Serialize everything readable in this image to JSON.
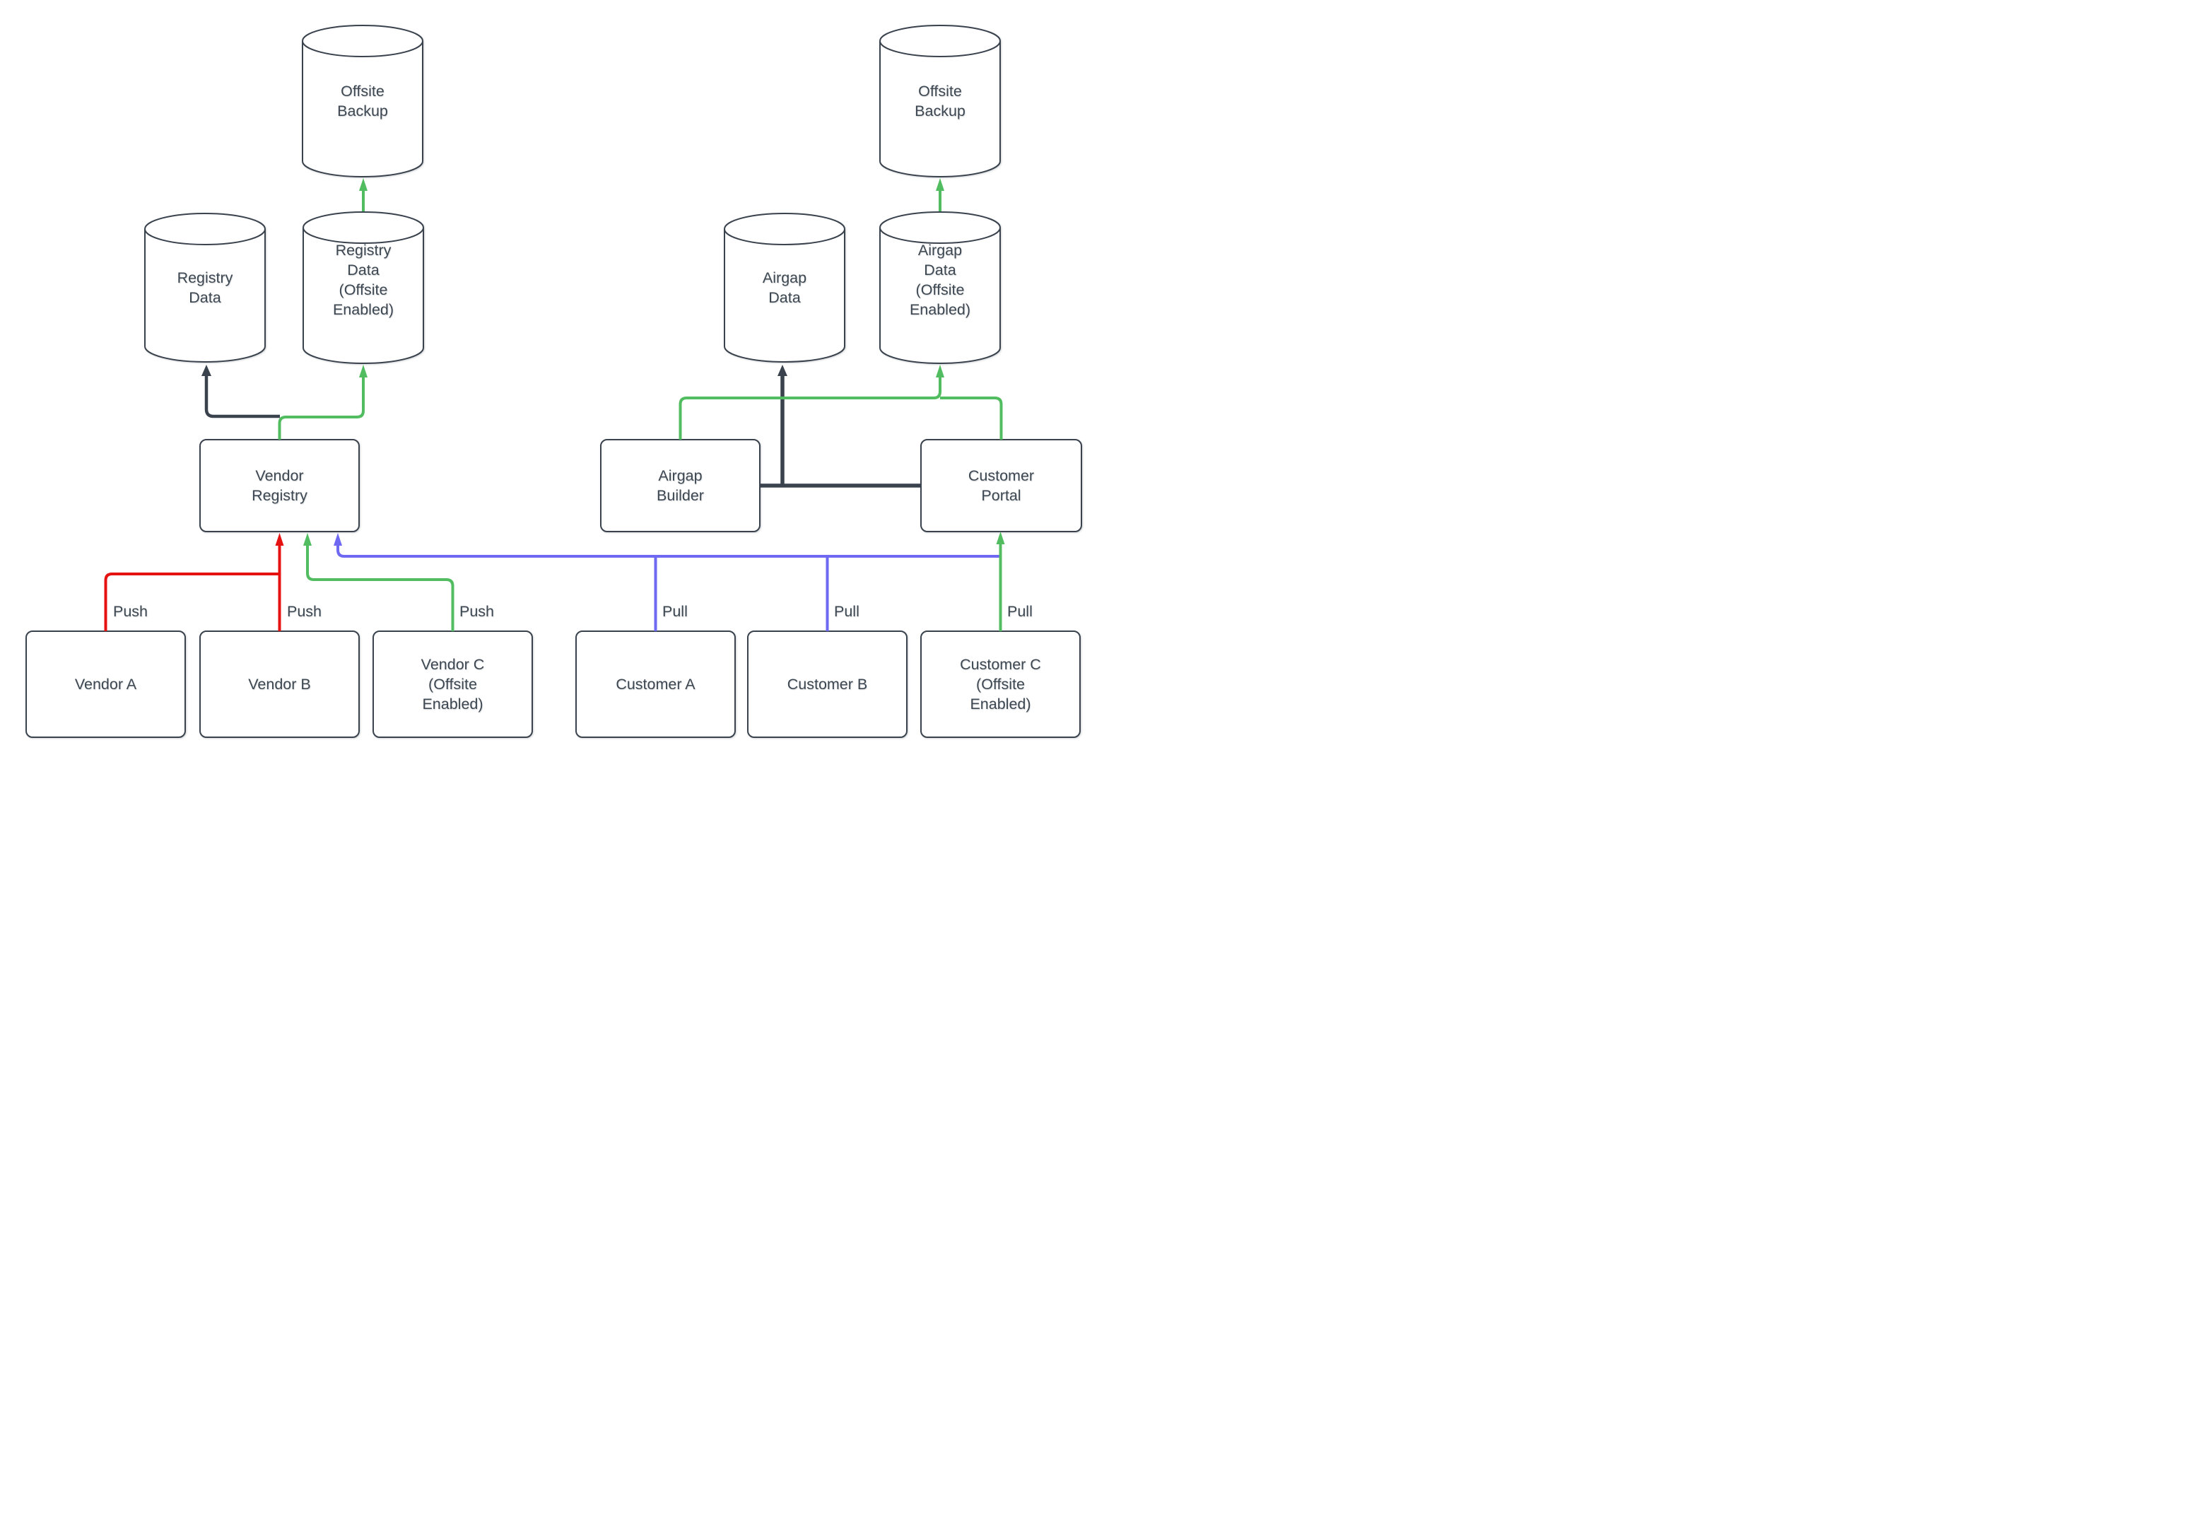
{
  "nodes": {
    "offsite_backup_left": "Offsite\nBackup",
    "registry_data": "Registry\nData",
    "registry_data_offsite": "Registry\nData\n(Offsite\nEnabled)",
    "vendor_registry": "Vendor\nRegistry",
    "vendor_a": "Vendor A",
    "vendor_b": "Vendor B",
    "vendor_c": "Vendor C\n(Offsite\nEnabled)",
    "airgap_data": "Airgap\nData",
    "airgap_data_offsite": "Airgap\nData\n(Offsite\nEnabled)",
    "airgap_builder": "Airgap\nBuilder",
    "customer_portal": "Customer\nPortal",
    "customer_a": "Customer A",
    "customer_b": "Customer B",
    "customer_c": "Customer C\n(Offsite\nEnabled)",
    "offsite_backup_right": "Offsite\nBackup"
  },
  "edge_labels": {
    "vendor_a_push": "Push",
    "vendor_b_push": "Push",
    "vendor_c_push": "Push",
    "customer_a_pull": "Pull",
    "customer_b_pull": "Pull",
    "customer_c_pull": "Pull"
  },
  "colors": {
    "dark": "#39424d",
    "green": "#52bd60",
    "red": "#e61111",
    "blue": "#6e68f3",
    "text": "#3e4852",
    "background": "#ffffff"
  }
}
